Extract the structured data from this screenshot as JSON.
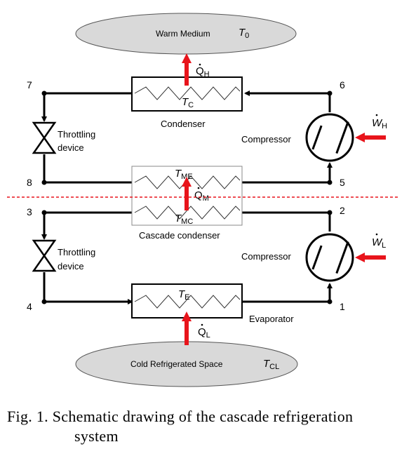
{
  "medium": {
    "warm_label": "Warm Medium",
    "warm_temp": "T",
    "warm_temp_sub": "0",
    "cold_label": "Cold Refrigerated Space",
    "cold_temp": "T",
    "cold_temp_sub": "CL"
  },
  "components": {
    "condenser": "Condenser",
    "cascade_condenser": "Cascade condenser",
    "evaporator": "Evaporator",
    "compressor_high": "Compressor",
    "compressor_low": "Compressor",
    "throttling_high_line1": "Throttling",
    "throttling_high_line2": "device",
    "throttling_low_line1": "Throttling",
    "throttling_low_line2": "device"
  },
  "temperatures": {
    "tc": "T",
    "tc_sub": "C",
    "tme": "T",
    "tme_sub": "ME",
    "tmc": "T",
    "tmc_sub": "MC",
    "te": "T",
    "te_sub": "E"
  },
  "heat_flows": {
    "qh": "Q",
    "qh_sub": "H",
    "qm": "Q",
    "qm_sub": "M",
    "ql": "Q",
    "ql_sub": "L"
  },
  "work": {
    "wh": "W",
    "wh_sub": "H",
    "wl": "W",
    "wl_sub": "L"
  },
  "state_points": {
    "p1": "1",
    "p2": "2",
    "p3": "3",
    "p4": "4",
    "p5": "5",
    "p6": "6",
    "p7": "7",
    "p8": "8"
  },
  "caption": {
    "line1": "Fig. 1. Schematic drawing of the cascade refrigeration",
    "line2": "system"
  },
  "colors": {
    "arrow": "#e8141b",
    "divider": "#e8141b",
    "ellipse_fill": "#d9d9d9",
    "cascade_box": "#888888"
  }
}
